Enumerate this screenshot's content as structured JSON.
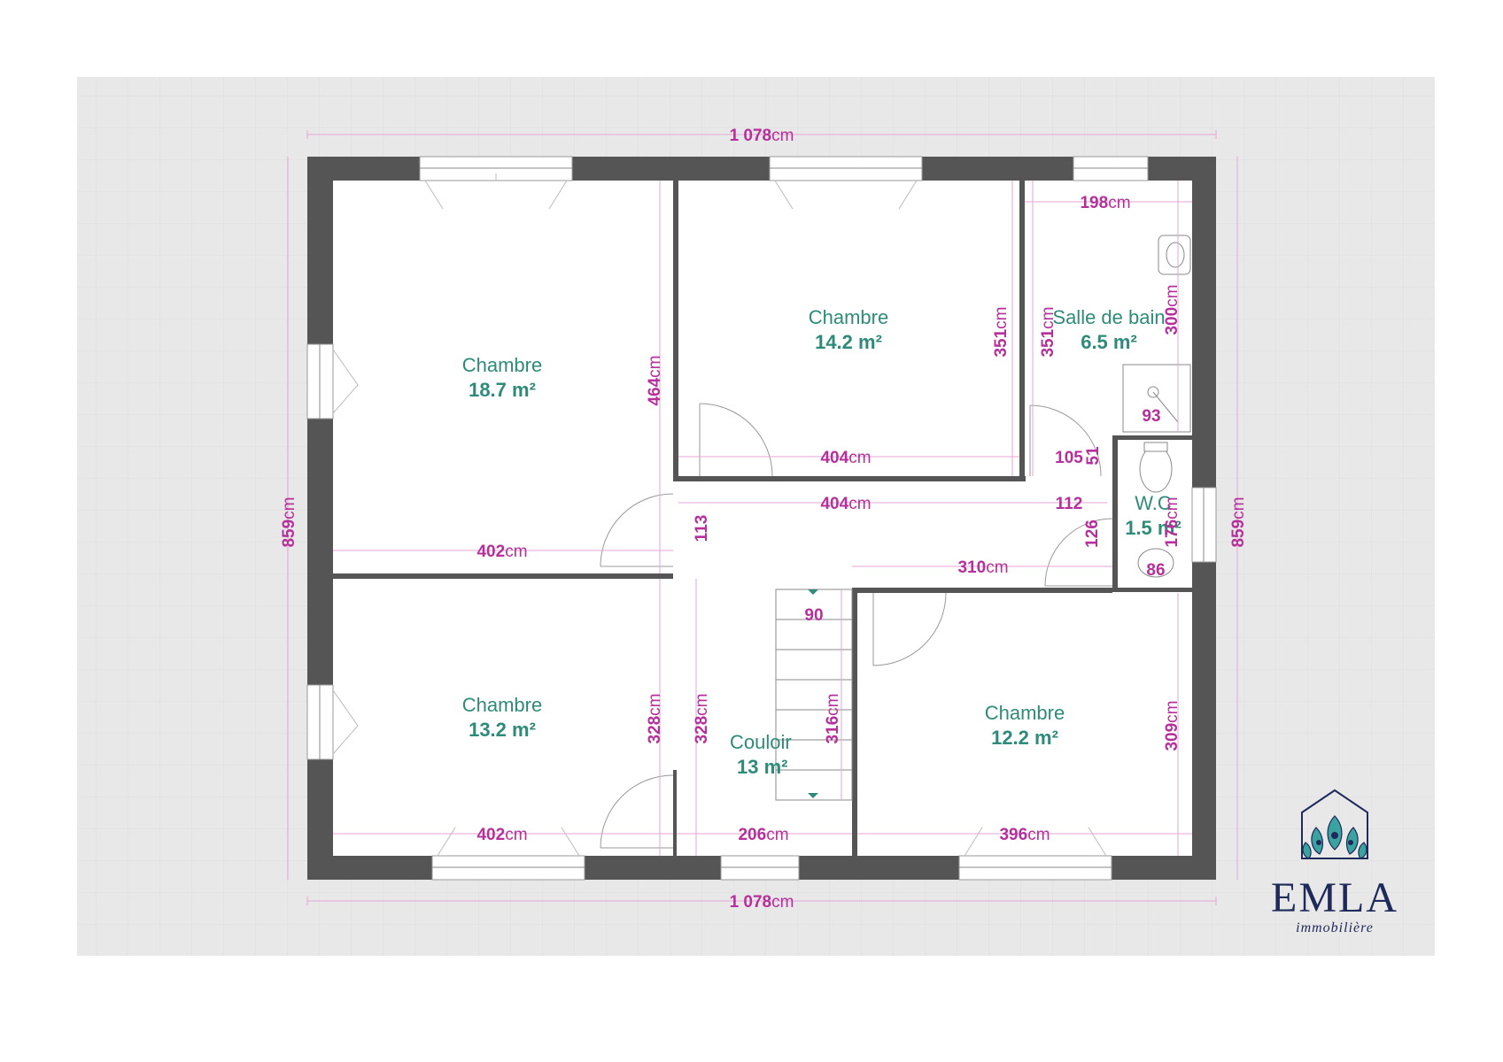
{
  "rooms": [
    {
      "name": "Chambre",
      "area": "18.7 m²"
    },
    {
      "name": "Chambre",
      "area": "14.2 m²"
    },
    {
      "name": "Salle de bain",
      "area": "6.5 m²"
    },
    {
      "name": "W.C",
      "area": "1.5 m²"
    },
    {
      "name": "Chambre",
      "area": "13.2 m²"
    },
    {
      "name": "Couloir",
      "area": "13 m²"
    },
    {
      "name": "Chambre",
      "area": "12.2 m²"
    }
  ],
  "dims": {
    "total_width": {
      "value": "1 078",
      "unit": "cm"
    },
    "total_height": {
      "value": "859",
      "unit": "cm"
    },
    "d198": {
      "value": "198",
      "unit": "cm"
    },
    "d464": {
      "value": "464",
      "unit": "cm"
    },
    "d351a": {
      "value": "351",
      "unit": "cm"
    },
    "d351b": {
      "value": "351",
      "unit": "cm"
    },
    "d300": {
      "value": "300",
      "unit": "cm"
    },
    "d93": {
      "value": "93",
      "unit": ""
    },
    "d404a": {
      "value": "404",
      "unit": "cm"
    },
    "d105": {
      "value": "105",
      "unit": ""
    },
    "d51": {
      "value": "51",
      "unit": ""
    },
    "d402a": {
      "value": "402",
      "unit": "cm"
    },
    "d113": {
      "value": "113",
      "unit": ""
    },
    "d404b": {
      "value": "404",
      "unit": "cm"
    },
    "d112": {
      "value": "112",
      "unit": ""
    },
    "d126": {
      "value": "126",
      "unit": ""
    },
    "d176": {
      "value": "176",
      "unit": "cm"
    },
    "d310": {
      "value": "310",
      "unit": "cm"
    },
    "d86": {
      "value": "86",
      "unit": ""
    },
    "d90": {
      "value": "90",
      "unit": ""
    },
    "d328a": {
      "value": "328",
      "unit": "cm"
    },
    "d328b": {
      "value": "328",
      "unit": "cm"
    },
    "d316": {
      "value": "316",
      "unit": "cm"
    },
    "d309": {
      "value": "309",
      "unit": "cm"
    },
    "d402b": {
      "value": "402",
      "unit": "cm"
    },
    "d206": {
      "value": "206",
      "unit": "cm"
    },
    "d396": {
      "value": "396",
      "unit": "cm"
    }
  },
  "logo": {
    "brand": "EMLA",
    "tagline": "immobilière"
  },
  "colors": {
    "wall": "#555555",
    "dimension": "#b5309a",
    "room_label": "#2e8b7a",
    "background": "#e8e8e8",
    "logo": "#1e2a5a",
    "logo_accent": "#3aa3a0"
  }
}
